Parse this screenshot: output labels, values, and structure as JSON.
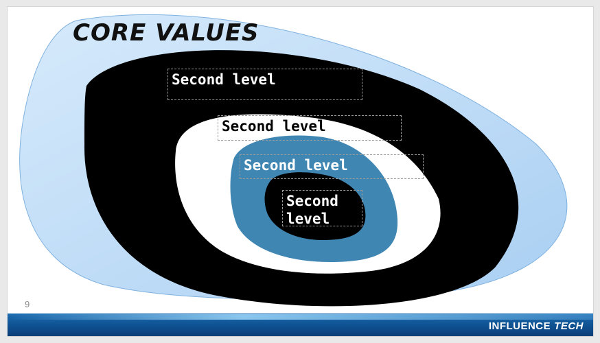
{
  "slide": {
    "title": "CORE VALUES",
    "page_number": "9",
    "text_boxes": [
      {
        "label": "Second level"
      },
      {
        "label": "Second level"
      },
      {
        "label": "Second level"
      },
      {
        "label": "Second\nlevel"
      }
    ]
  },
  "footer": {
    "brand_part1": "INFLUENCE",
    "brand_part2": "TECH"
  },
  "colors": {
    "outer_ring": "#bfdcf5",
    "black_ring": "#000000",
    "white_ring": "#ffffff",
    "blue_ring": "#3f86b3",
    "footer_blue": "#0e4f8f"
  }
}
